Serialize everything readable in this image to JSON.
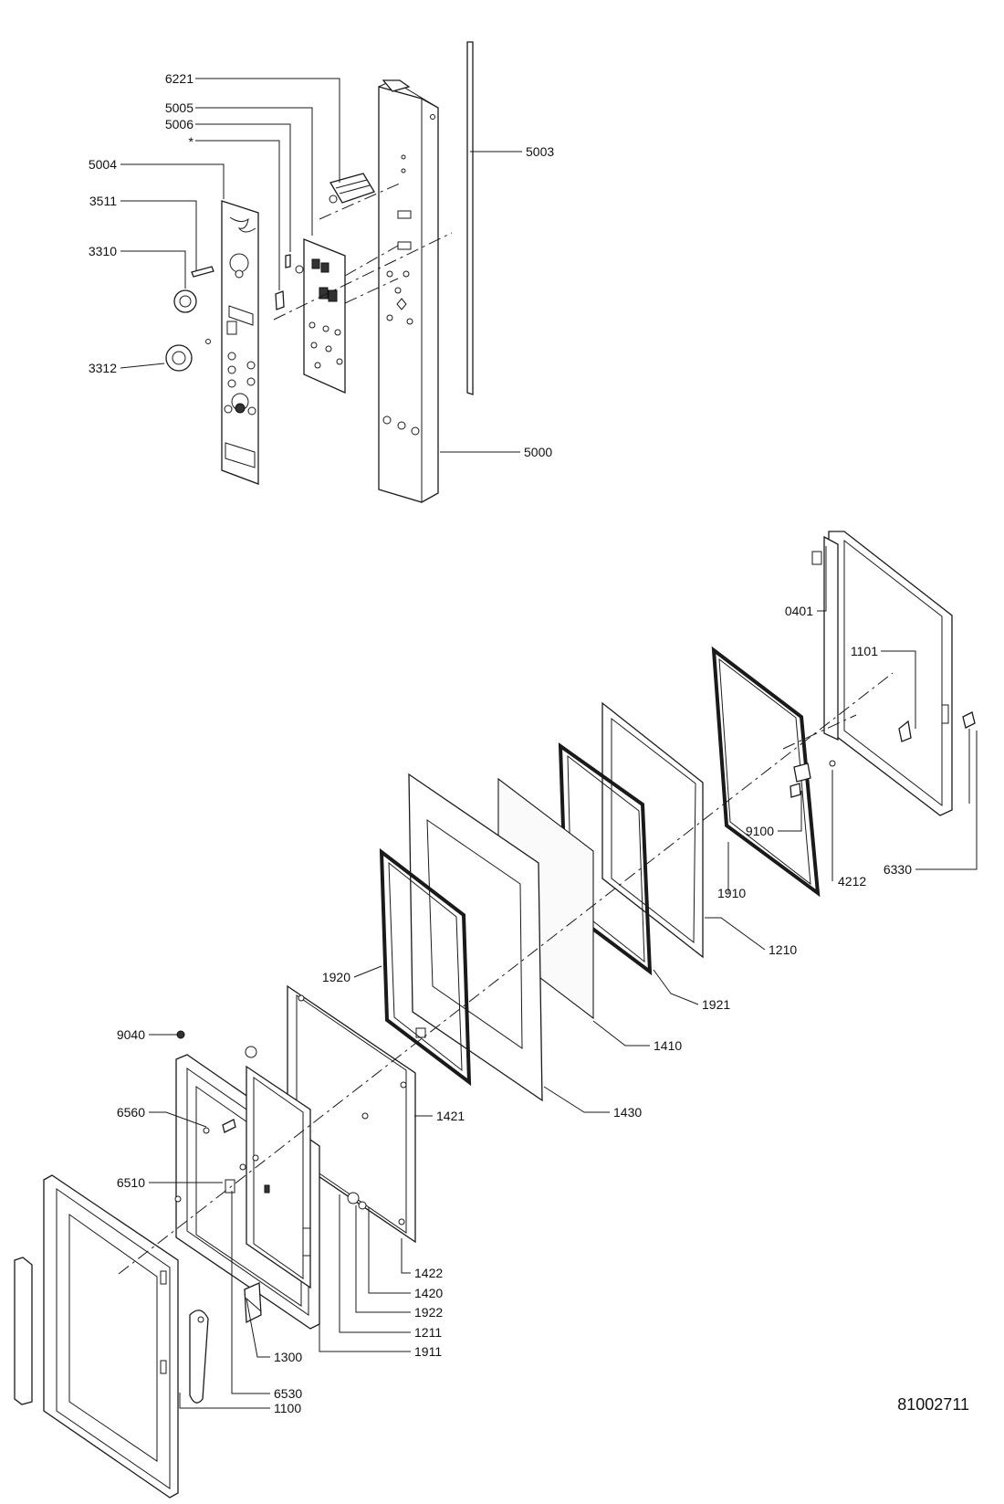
{
  "document_number": "81002711",
  "callouts": {
    "c6221": "6221",
    "c5005": "5005",
    "c5006": "5006",
    "c_star": "*",
    "c5004": "5004",
    "c3511": "3511",
    "c3310": "3310",
    "c3312": "3312",
    "c5003": "5003",
    "c5000": "5000",
    "c0401": "0401",
    "c1101": "1101",
    "c9100": "9100",
    "c1910": "1910",
    "c4212": "4212",
    "c6330": "6330",
    "c1210": "1210",
    "c1920": "1920",
    "c1921": "1921",
    "c1410": "1410",
    "c9040": "9040",
    "c1421": "1421",
    "c1430": "1430",
    "c6560": "6560",
    "c6510": "6510",
    "c1422": "1422",
    "c1420": "1420",
    "c1922": "1922",
    "c1211": "1211",
    "c1300": "1300",
    "c1911": "1911",
    "c6530": "6530",
    "c1100": "1100"
  }
}
